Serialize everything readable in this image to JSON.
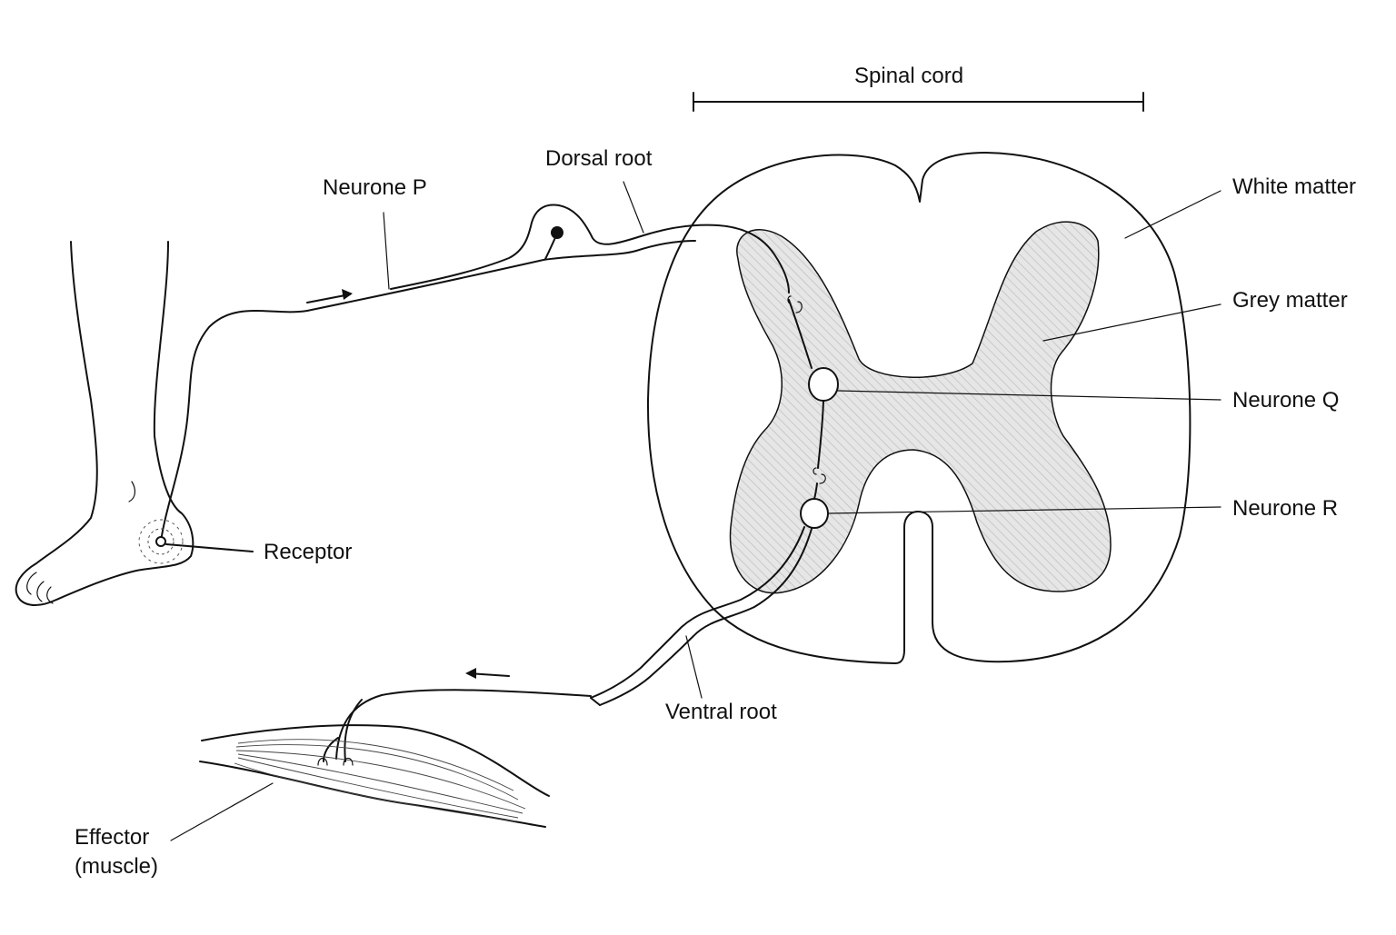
{
  "labels": {
    "spinal_cord": "Spinal cord",
    "dorsal_root": "Dorsal root",
    "neurone_p": "Neurone P",
    "white_matter": "White matter",
    "grey_matter": "Grey matter",
    "neurone_q": "Neurone Q",
    "neurone_r": "Neurone R",
    "receptor": "Receptor",
    "ventral_root": "Ventral root",
    "effector_line1": "Effector",
    "effector_line2": "(muscle)"
  },
  "colors": {
    "ink": "#111111",
    "grey_matter_fill": "#e6e6e6",
    "grey_matter_hatch": "#bdbdbd",
    "background": "#ffffff"
  }
}
